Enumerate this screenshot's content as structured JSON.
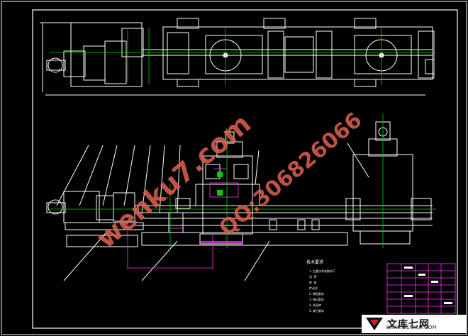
{
  "watermarks": {
    "site": "wenku7.com",
    "qq": "QQ:306826066"
  },
  "notes": {
    "title": "技术要求",
    "lines": [
      "1.主要技术参数如下",
      "  功 率",
      "  转 速",
      "  传动比",
      "2.装配要求",
      "3.调试要求",
      "4.试运转",
      "5.其它要求"
    ]
  },
  "title_block": {
    "rows": [
      "",
      "",
      "",
      "",
      "",
      "",
      ""
    ]
  },
  "badge": {
    "name": "文库七网",
    "url": "WWW.WENKU7.COM"
  },
  "colors": {
    "background": "#000000",
    "lines": "#ffffff",
    "center_lines": "#00cc00",
    "dimension": "#ff33ff",
    "watermark": "#e06050",
    "frame": "#ffffff"
  }
}
